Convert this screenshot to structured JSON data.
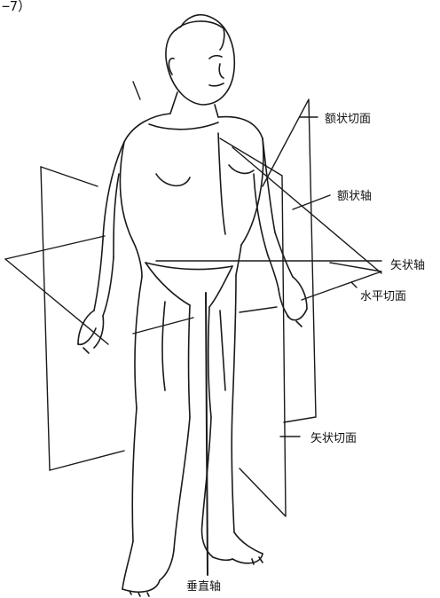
{
  "corner_text": "−7）",
  "labels": {
    "coronal_plane": "额状切面",
    "coronal_axis": "额状轴",
    "sagittal_axis": "矢状轴",
    "horizontal_plane": "水平切面",
    "sagittal_plane": "矢状切面",
    "vertical_axis": "垂直轴"
  },
  "colors": {
    "line": "#1a1a1a",
    "background": "#ffffff"
  }
}
